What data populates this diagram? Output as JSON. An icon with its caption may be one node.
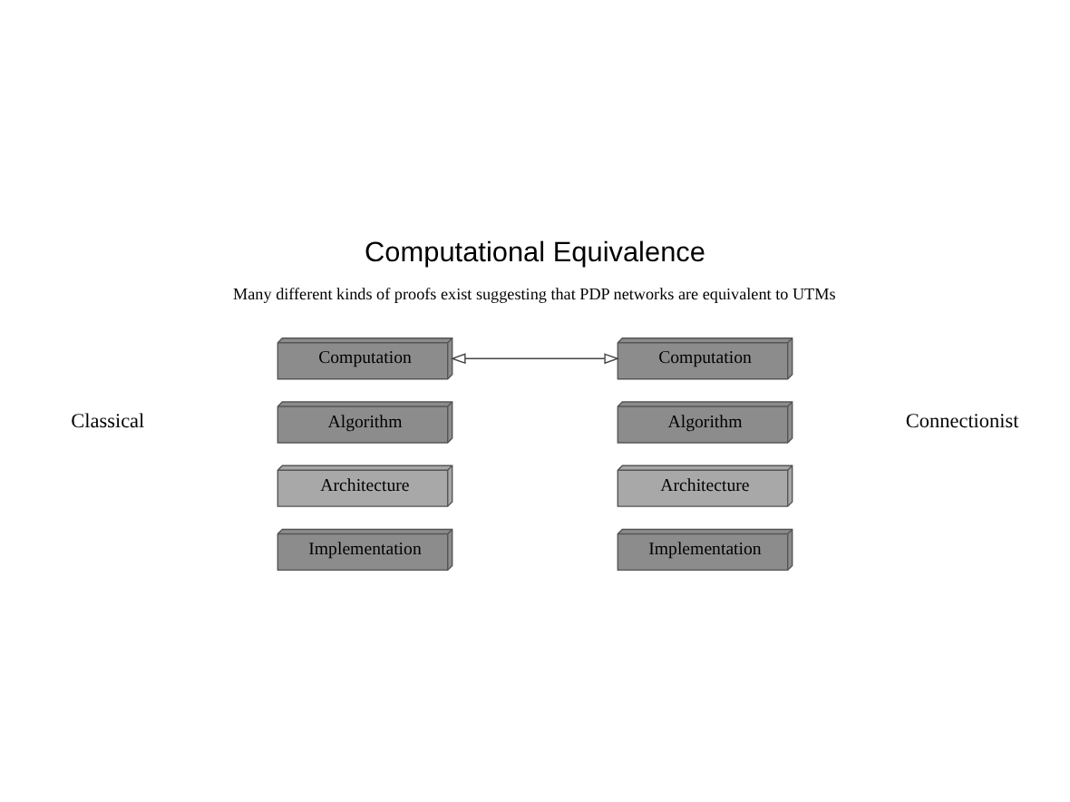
{
  "diagram": {
    "title": "Computational Equivalence",
    "nodes": [
      {
        "text": [
          "Computation"
        ]
      },
      {
        "text": [
          "Algorithm"
        ]
      },
      {
        "text": [
          "Architecture"
        ]
      },
      {
        "text": [
          "Implementation"
        ]
      },
      {
        "text": [
          "Computation"
        ]
      },
      {
        "text": [
          "Algorithm"
        ]
      },
      {
        "text": [
          "Architecture"
        ]
      },
      {
        "text": [
          "Implementation"
        ]
      }
    ],
    "edges": [
      {
        "from": 0,
        "to": 4,
        "arrow": "both"
      }
    ],
    "labels": [
      "Many different kinds of proofs exist suggesting that PDP networks are equivalent to UTMs",
      "Classical",
      "Connectionist"
    ]
  }
}
